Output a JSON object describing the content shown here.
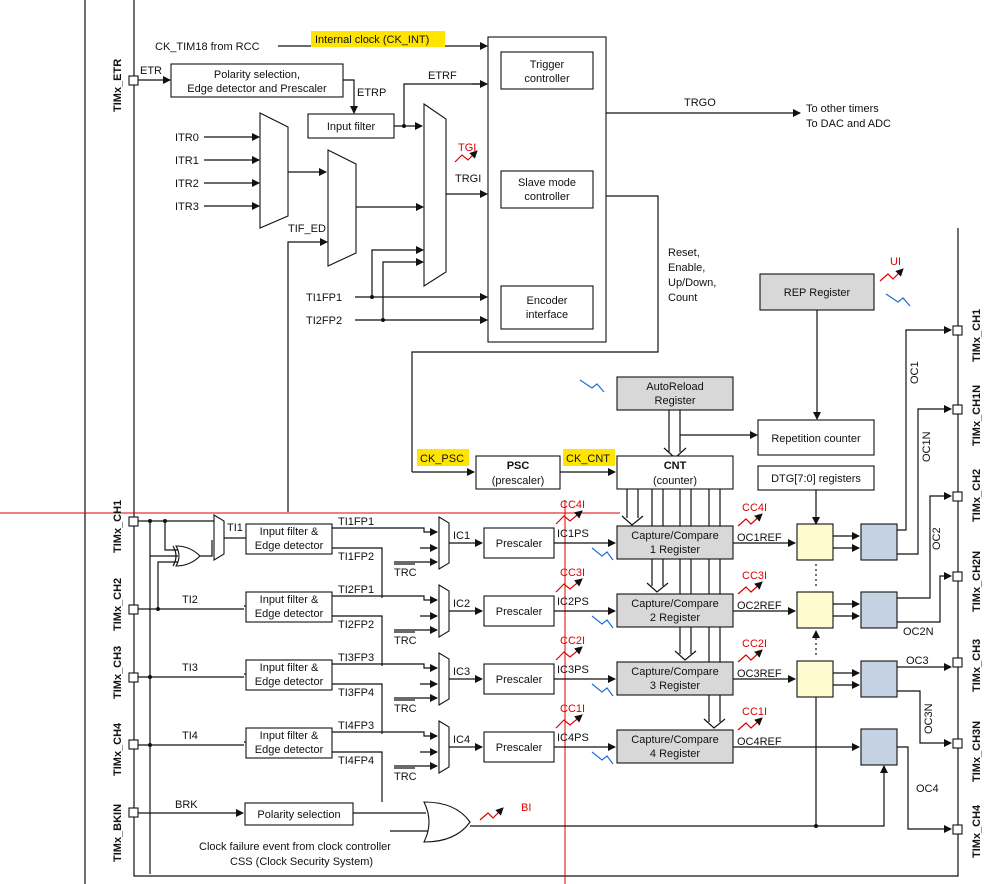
{
  "pins": {
    "etr": "TIMx_ETR",
    "ch1": "TIMx_CH1",
    "ch2": "TIMx_CH2",
    "ch3": "TIMx_CH3",
    "ch4": "TIMx_CH4",
    "bkin": "TIMx_BKIN",
    "out_ch1": "TIMx_CH1",
    "out_ch1n": "TIMx_CH1N",
    "out_ch2": "TIMx_CH2",
    "out_ch2n": "TIMx_CH2N",
    "out_ch3": "TIMx_CH3",
    "out_ch3n": "TIMx_CH3N",
    "out_ch4": "TIMx_CH4"
  },
  "clock": {
    "ck_tim": "CK_TIM18 from RCC",
    "internal": "Internal clock (CK_INT)",
    "etr": "ETR",
    "etrp": "ETRP",
    "etrf": "ETRF",
    "itr": [
      "ITR0",
      "ITR1",
      "ITR2",
      "ITR3"
    ],
    "tif_ed": "TIF_ED",
    "trgi": "TRGI",
    "tgi": "TGI",
    "ti1fp1": "TI1FP1",
    "ti2fp2": "TI2FP2",
    "trgo": "TRGO",
    "to_timers": "To other timers",
    "to_dac": "To DAC and ADC",
    "reset_lines": [
      "Reset,",
      "Enable,",
      "Up/Down,",
      "Count"
    ]
  },
  "blocks": {
    "polarity_l1": "Polarity selection,",
    "polarity_l2": "Edge detector and Prescaler",
    "input_filter": "Input filter",
    "trigger_l1": "Trigger",
    "trigger_l2": "controller",
    "slave_l1": "Slave mode",
    "slave_l2": "controller",
    "encoder_l1": "Encoder",
    "encoder_l2": "interface",
    "rep_register": "REP Register",
    "autoreload_l1": "AutoReload",
    "autoreload_l2": "Register",
    "repetition": "Repetition counter",
    "ck_psc": "CK_PSC",
    "psc": "PSC",
    "psc_sub": "(prescaler)",
    "ck_cnt": "CK_CNT",
    "cnt": "CNT",
    "cnt_sub": "(counter)",
    "dtg": "DTG[7:0] registers",
    "ui": "UI",
    "bi": "BI",
    "polarity_sel": "Polarity selection",
    "brk": "BRK",
    "clock_fail_l1": "Clock failure event from clock controller",
    "clock_fail_l2": "CSS (Clock Security System)"
  },
  "channels": [
    {
      "ti": "TI1",
      "filter_l1": "Input filter &",
      "filter_l2": "Edge detector",
      "fpa": "TI1FP1",
      "fpb": "TI1FP2",
      "ic": "IC1",
      "prescaler": "Prescaler",
      "ps": "IC1PS",
      "cci": "CC1I",
      "cc_l1": "Capture/Compare",
      "cc_l2": "1 Register",
      "ref": "OC1REF",
      "trc": "TRC"
    },
    {
      "ti": "TI2",
      "filter_l1": "Input filter &",
      "filter_l2": "Edge detector",
      "fpa": "TI2FP1",
      "fpb": "TI2FP2",
      "ic": "IC2",
      "prescaler": "Prescaler",
      "ps": "IC2PS",
      "cci": "CC2I",
      "cc_l1": "Capture/Compare",
      "cc_l2": "2 Register",
      "ref": "OC2REF",
      "trc": "TRC"
    },
    {
      "ti": "TI3",
      "filter_l1": "Input filter &",
      "filter_l2": "Edge detector",
      "fpa": "TI3FP3",
      "fpb": "TI3FP4",
      "ic": "IC3",
      "prescaler": "Prescaler",
      "ps": "IC3PS",
      "cci": "CC3I",
      "cc_l1": "Capture/Compare",
      "cc_l2": "3 Register",
      "ref": "OC3REF",
      "trc": "TRC"
    },
    {
      "ti": "TI4",
      "filter_l1": "Input filter &",
      "filter_l2": "Edge detector",
      "fpa": "TI4FP3",
      "fpb": "TI4FP4",
      "ic": "IC4",
      "prescaler": "Prescaler",
      "ps": "IC4PS",
      "cci": "CC4I",
      "cc_l1": "Capture/Compare",
      "cc_l2": "4 Register",
      "ref": "OC4REF",
      "trc": "TRC"
    }
  ],
  "out_labels": {
    "oc1": "OC1",
    "oc1n": "OC1N",
    "oc2": "OC2",
    "oc2n": "OC2N",
    "oc3": "OC3",
    "oc3n": "OC3N",
    "oc4": "OC4"
  },
  "colors": {
    "highlight": "#ffe400",
    "register_gray": "#d8d8d8",
    "deadtime_yellow": "#fffbd0",
    "output_blue": "#c5d2e3",
    "interrupt_red": "#e00000",
    "update_blue": "#1f6fd0"
  }
}
